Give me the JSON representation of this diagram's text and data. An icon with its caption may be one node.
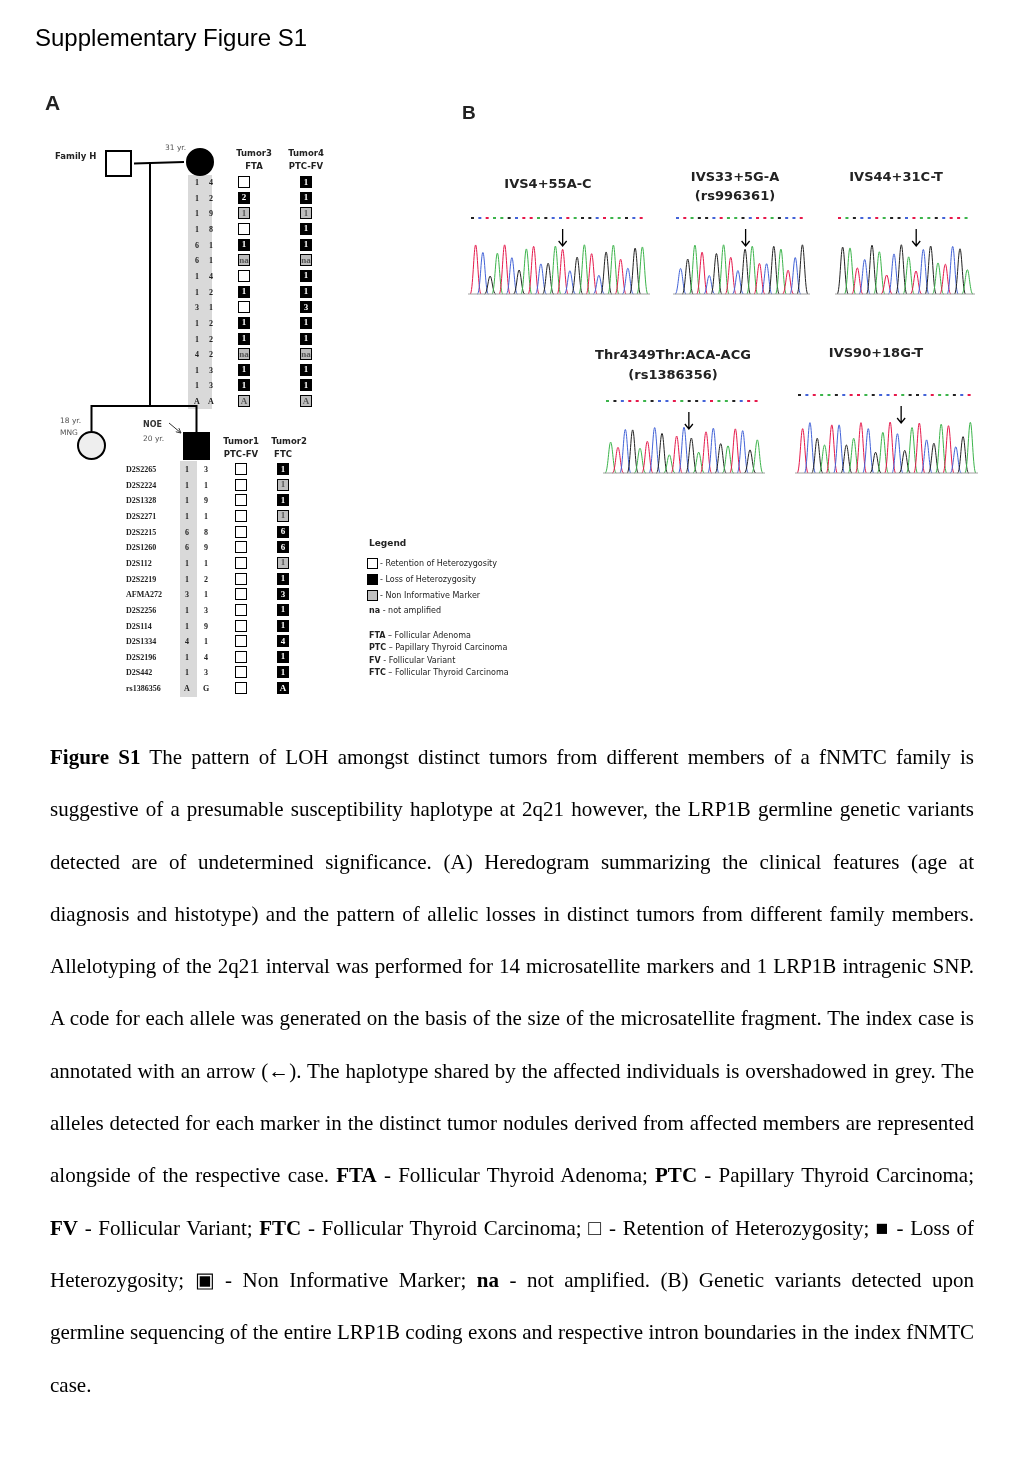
{
  "diagram": {
    "title": "Supplementary Figure S1",
    "caption": "**Figure S1** The pattern of LOH amongst distinct tumors from different members of a fNMTC family is suggestive of a presumable susceptibility haplotype at 2q21 however, the LRP1B germline genetic variants detected are of undetermined significance. (A) Heredogram summarizing the clinical features (age at diagnosis and histotype) and the pattern of allelic losses in distinct tumors from different family members. Allelotyping of the 2q21 interval was performed for 14 microsatellite markers and 1 LRP1B intragenic SNP. A code for each allele was generated on the basis of the size of the microsatellite fragment. The index case is annotated with an arrow (←). The haplotype shared by the affected individuals is overshadowed in grey. The alleles detected for each marker in the distinct tumor nodules derived from affected members are represented alongside of the respective case. **FTA** - Follicular Thyroid Adenoma; **PTC** - Papillary Thyroid Carcinoma; **FV** - Follicular Variant; **FTC** - Follicular Thyroid Carcinoma; □ - Retention of Heterozygosity; ■ - Loss of Heterozygosity; ▣ - Non Informative Marker; **na** - not amplified. (B) Genetic variants detected upon germline sequencing of the entire LRP1B coding exons and respective intron boundaries in the index fNMTC case.",
    "nodes": [
      {
        "text": [],
        "shape": "box"
      },
      {
        "text": [],
        "shape": "circle",
        "beside": [
          "31 yr."
        ]
      },
      {
        "text": [],
        "shape": "circle",
        "beside": [
          "18 yr.",
          "MNG"
        ]
      },
      {
        "text": [
          "NOE"
        ],
        "beside": [
          "20 yr."
        ]
      },
      {
        "text": [],
        "shape": "box"
      },
      {
        "text": [],
        "shape": "box"
      },
      {
        "text": [
          "1"
        ]
      },
      {
        "text": [
          "2"
        ]
      },
      {
        "text": [
          "1"
        ]
      },
      {
        "text": [
          "1"
        ]
      },
      {
        "text": [
          "1"
        ]
      },
      {
        "text": [],
        "shape": "box"
      },
      {
        "text": [
          "1"
        ]
      },
      {
        "text": [
          "1"
        ]
      },
      {
        "text": [
          "1"
        ]
      },
      {
        "text": [
          "na"
        ]
      },
      {
        "text": [
          "na"
        ]
      },
      {
        "text": [],
        "shape": "box"
      },
      {
        "text": [
          "1"
        ]
      },
      {
        "text": [
          "1"
        ]
      },
      {
        "text": [
          "1"
        ]
      },
      {
        "text": [],
        "shape": "box"
      },
      {
        "text": [
          "3"
        ]
      },
      {
        "text": [
          "1"
        ]
      },
      {
        "text": [
          "1"
        ]
      },
      {
        "text": [
          "1"
        ]
      },
      {
        "text": [
          "1"
        ]
      },
      {
        "text": [
          "na"
        ]
      },
      {
        "text": [
          "na"
        ]
      },
      {
        "text": [
          "1"
        ]
      },
      {
        "text": [
          "1"
        ]
      },
      {
        "text": [
          "1"
        ]
      },
      {
        "text": [
          "1"
        ]
      },
      {
        "text": [
          "A"
        ]
      },
      {
        "text": [
          "A"
        ]
      },
      {
        "text": [],
        "shape": "box"
      },
      {
        "text": [
          "1"
        ]
      },
      {
        "text": [],
        "shape": "box"
      },
      {
        "text": [
          "1"
        ]
      },
      {
        "text": [],
        "shape": "box"
      },
      {
        "text": [
          "1"
        ]
      },
      {
        "text": [],
        "shape": "box"
      },
      {
        "text": [
          "1"
        ]
      },
      {
        "text": [],
        "shape": "box"
      },
      {
        "text": [
          "6"
        ]
      },
      {
        "text": [],
        "shape": "box"
      },
      {
        "text": [
          "6"
        ]
      },
      {
        "text": [],
        "shape": "box"
      },
      {
        "text": [
          "1"
        ]
      },
      {
        "text": [],
        "shape": "box"
      },
      {
        "text": [
          "1"
        ]
      },
      {
        "text": [],
        "shape": "box"
      },
      {
        "text": [
          "3"
        ]
      },
      {
        "text": [],
        "shape": "box"
      },
      {
        "text": [
          "1"
        ]
      },
      {
        "text": [],
        "shape": "box"
      },
      {
        "text": [
          "1"
        ]
      },
      {
        "text": [],
        "shape": "box"
      },
      {
        "text": [
          "4"
        ]
      },
      {
        "text": [],
        "shape": "box"
      },
      {
        "text": [
          "1"
        ]
      },
      {
        "text": [],
        "shape": "box"
      },
      {
        "text": [
          "1"
        ]
      },
      {
        "text": [],
        "shape": "box"
      },
      {
        "text": [
          "A"
        ]
      }
    ],
    "edges": [
      {
        "from": 0,
        "to": 1,
        "arrow": "none"
      },
      {
        "from": null,
        "to": 2,
        "arrow": "none"
      },
      {
        "from": null,
        "to": 4,
        "arrow": "none"
      },
      {
        "from": 3,
        "to": 4,
        "arrow": "to"
      }
    ],
    "labels": [
      "A",
      "B",
      "Family H",
      "Tumor3",
      "FTA",
      "Tumor4",
      "PTC-FV",
      "1",
      "4",
      "1",
      "2",
      "1",
      "9",
      "1",
      "8",
      "6",
      "1",
      "6",
      "1",
      "1",
      "4",
      "1",
      "2",
      "3",
      "1",
      "1",
      "2",
      "1",
      "2",
      "4",
      "2",
      "1",
      "3",
      "1",
      "3",
      "A",
      "A",
      "Tumor1",
      "PTC-FV",
      "Tumor2",
      "FTC",
      "D2S2265",
      "1",
      "3",
      "D2S2224",
      "1",
      "1",
      "D2S1328",
      "1",
      "9",
      "D2S2271",
      "1",
      "1",
      "D2S2215",
      "6",
      "8",
      "D2S1260",
      "6",
      "9",
      "D2S112",
      "1",
      "1",
      "D2S2219",
      "1",
      "2",
      "AFMA272",
      "3",
      "1",
      "D2S2256",
      "1",
      "3",
      "D2S114",
      "1",
      "9",
      "D2S1334",
      "4",
      "1",
      "D2S2196",
      "1",
      "4",
      "D2S442",
      "1",
      "3",
      "rs1386356",
      "A",
      "G",
      "IVS4+55A-C",
      "IVS33+5G-A",
      "(rs996361)",
      "IVS44+31C-T",
      "Thr4349Thr:ACA-ACG",
      "(rs1386356)",
      "IVS90+18G-T",
      "Legend",
      "**na** - not amplified",
      "**FTA** – Follicular Adenoma",
      "**PTC** – Papillary Thyroid Carcinoma",
      "**FV** - Follicular Variant",
      "**FTC** – Follicular Thyroid Carcinoma"
    ],
    "legend": [
      {
        "text": "- Retention of Heterozygosity",
        "color": "#ffffff"
      },
      {
        "text": "- Loss of Heterozygosity",
        "color": "#000000"
      },
      {
        "text": "- Non Informative Marker",
        "color": "#c0c0c0"
      }
    ]
  }
}
